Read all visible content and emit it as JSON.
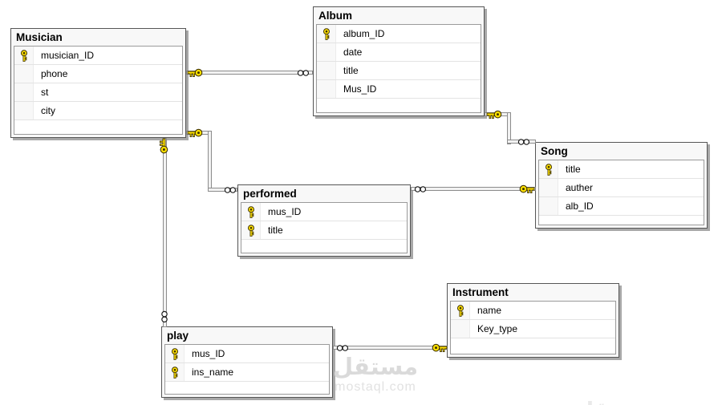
{
  "tables": {
    "musician": {
      "title": "Musician",
      "columns": [
        "musician_ID",
        "phone",
        "st",
        "city"
      ],
      "primary_keys": [
        "musician_ID"
      ]
    },
    "album": {
      "title": "Album",
      "columns": [
        "album_ID",
        "date",
        "title",
        "Mus_ID"
      ],
      "primary_keys": [
        "album_ID"
      ]
    },
    "song": {
      "title": "Song",
      "columns": [
        "title",
        "auther",
        "alb_ID"
      ],
      "primary_keys": [
        "title"
      ]
    },
    "performed": {
      "title": "performed",
      "columns": [
        "mus_ID",
        "title"
      ],
      "primary_keys": [
        "mus_ID",
        "title"
      ]
    },
    "instrument": {
      "title": "Instrument",
      "columns": [
        "name",
        "Key_type"
      ],
      "primary_keys": [
        "name"
      ]
    },
    "play": {
      "title": "play",
      "columns": [
        "mus_ID",
        "ins_name"
      ],
      "primary_keys": [
        "mus_ID",
        "ins_name"
      ]
    }
  },
  "relationships": [
    {
      "one_side": "Musician",
      "many_side": "Album",
      "one_symbol": "key",
      "many_symbol": "infinity"
    },
    {
      "one_side": "Musician",
      "many_side": "performed",
      "one_symbol": "key",
      "many_symbol": "infinity"
    },
    {
      "one_side": "Album",
      "many_side": "Song",
      "one_symbol": "key",
      "many_symbol": "infinity"
    },
    {
      "one_side": "Song",
      "many_side": "performed",
      "one_symbol": "key",
      "many_symbol": "infinity"
    },
    {
      "one_side": "Musician",
      "many_side": "play",
      "one_symbol": "key",
      "many_symbol": "infinity"
    },
    {
      "one_side": "Instrument",
      "many_side": "play",
      "one_symbol": "key",
      "many_symbol": "infinity"
    }
  ],
  "watermark": {
    "site_name_arabic": "مستقل",
    "site_domain": "mostaql.com"
  },
  "colors": {
    "background": "#ffffff",
    "key_fill": "#ffe100",
    "key_outline": "#403400",
    "connector_border": "#8c8c8c",
    "connector_fill": "#f2f2f2",
    "table_border": "#565656",
    "table_bg": "#f8f8f8",
    "body_border": "#9b9b9b",
    "row_separator": "#e3e3e3",
    "shadow": "#a8a8a8",
    "watermark_gray": "#dadada"
  }
}
